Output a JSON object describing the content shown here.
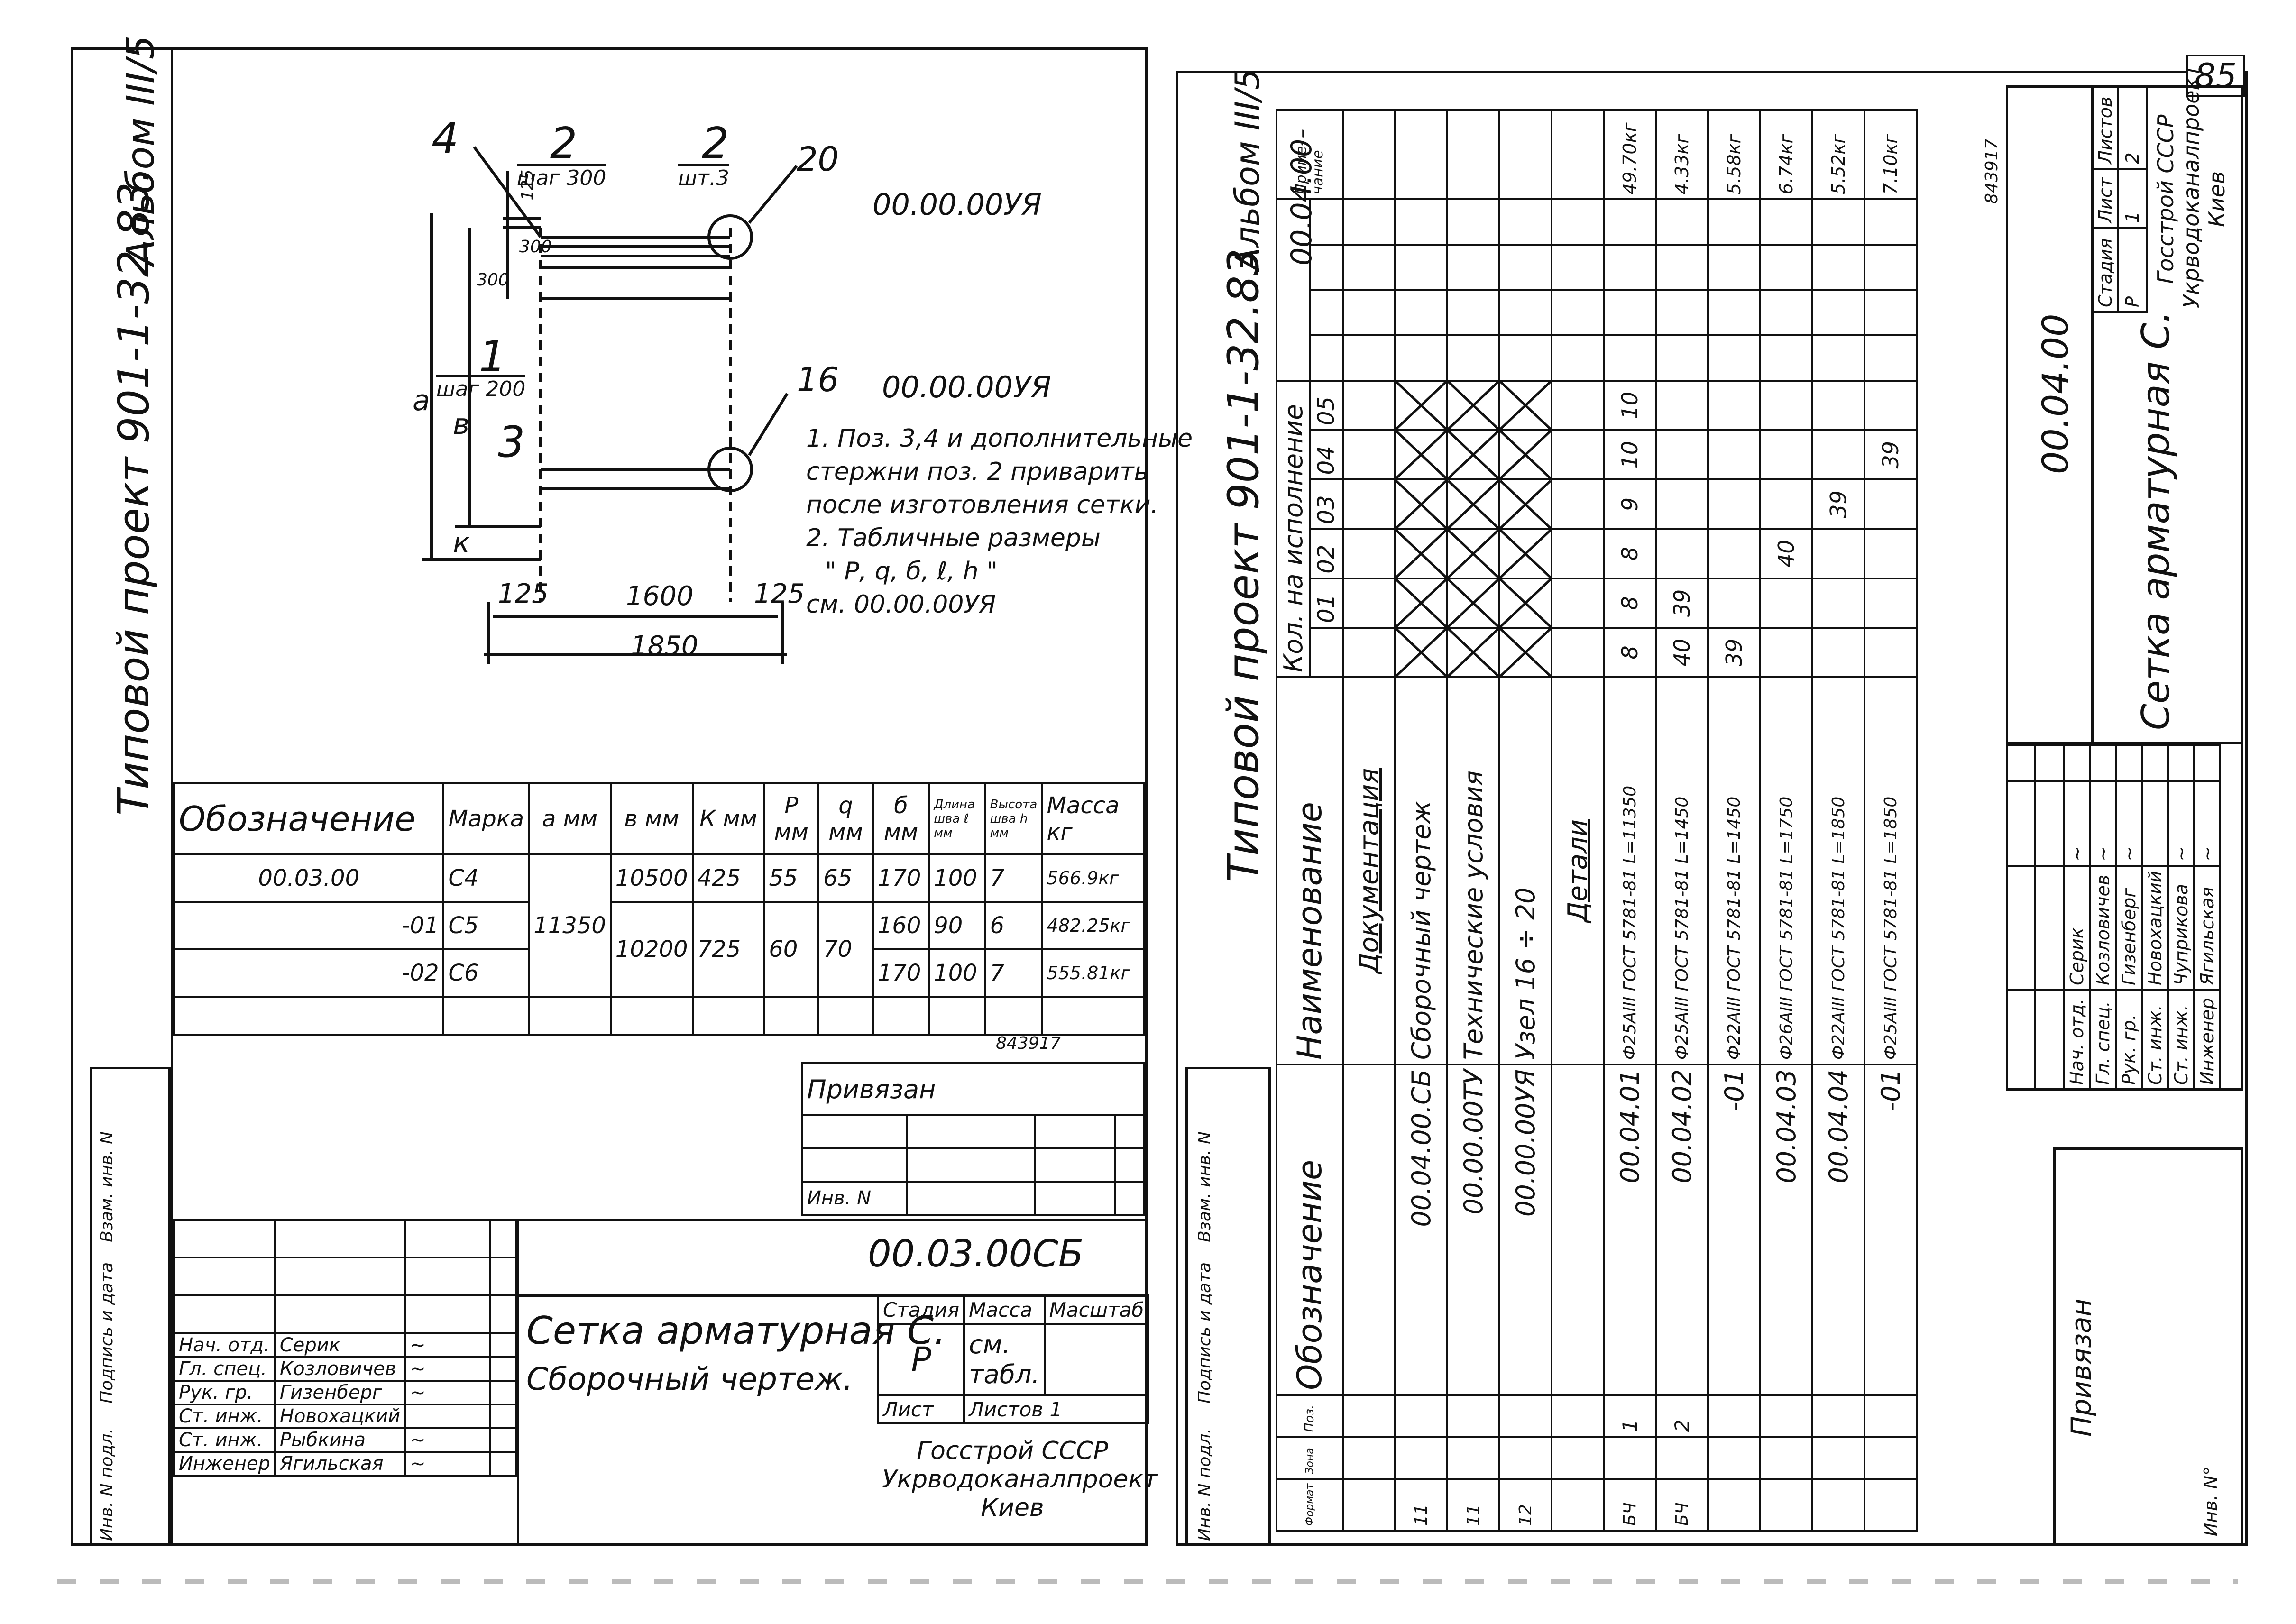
{
  "sheet_number": "85",
  "left": {
    "header": "Типовой проект 901-1-32.83.",
    "album": "Альбом III/5",
    "drawing_labels": {
      "pos4": "4",
      "pos2a": "2",
      "pos2a_sub": "шаг 300",
      "pos2b": "2",
      "pos2b_sub": "шт.3",
      "node20": "20",
      "ref_top": "00.00.00УЯ",
      "dim_125": "125",
      "dim_300a": "300",
      "dim_300b": "300",
      "dim_a": "a",
      "dim_b": "в",
      "dim_k": "к",
      "pos1": "1",
      "pos1_sub": "шаг 200",
      "pos3": "3",
      "node16": "16",
      "ref_mid": "00.00.00УЯ",
      "bottom_125a": "125",
      "bottom_1600": "1600",
      "bottom_125b": "125",
      "bottom_1850": "1850"
    },
    "notes": [
      "1. Поз. 3,4 и дополнительные",
      "стержни поз. 2 приварить",
      "после изготовления сетки.",
      "2. Табличные размеры",
      "\" Р, q, б, ℓ, h \"",
      "см.      00.00.00УЯ"
    ],
    "table": {
      "headers": [
        "Обозначение",
        "Марка",
        "a мм",
        "в мм",
        "К мм",
        "Р мм",
        "q мм",
        "б мм",
        "Длина шва ℓ мм",
        "Высота шва h мм",
        "Масса кг"
      ],
      "rows": [
        [
          "00.03.00",
          "С4",
          "",
          "10500",
          "425",
          "55",
          "65",
          "170",
          "100",
          "7",
          "566.9кг"
        ],
        [
          "-01",
          "С5",
          "11350",
          "10200",
          "725",
          "60",
          "70",
          "160",
          "90",
          "6",
          "482.25кг"
        ],
        [
          "-02",
          "С6",
          "",
          "",
          "",
          "",
          "",
          "170",
          "100",
          "7",
          "555.81кг"
        ]
      ]
    },
    "code_small": "843917",
    "privyazan": "Привязан",
    "inv_no": "Инв. N",
    "doc_code": "00.03.00СБ",
    "title1": "Сетка арматурная С.",
    "title2": "Сборочный чертеж.",
    "stage_label": "Стадия",
    "mass_label": "Масса",
    "scale_label": "Масштаб",
    "stage_value": "Р",
    "mass_value": "см. табл.",
    "sheet_label": "Лист",
    "sheets_label": "Листов 1",
    "org": [
      "Госстрой СССР",
      "Укрводоканалпроект",
      "Киев"
    ],
    "signatures": [
      [
        "Нач. отд.",
        "Серик"
      ],
      [
        "Гл. спец.",
        "Козловичев"
      ],
      [
        "Рук. гр.",
        "Гизенберг"
      ],
      [
        "Ст. инж.",
        "Новохацкий"
      ],
      [
        "Ст. инж.",
        "Рыбкина"
      ],
      [
        "Инженер",
        "Ягильская"
      ]
    ],
    "side_stamp": [
      "Инв. N подл.",
      "Подпись и дата",
      "Взам. инв. N"
    ]
  },
  "right": {
    "header": "Типовой проект 901-1-32.83",
    "album": "Альбом III/5",
    "code_top": "00.04.00-",
    "headers": {
      "format": "Формат",
      "zone": "Зона",
      "pos": "Поз.",
      "designation": "Обозначение",
      "name": "Наименование",
      "qty": "Кол. на исполнение",
      "note": "Приме-чание",
      "variants": [
        "01",
        "02",
        "03",
        "04",
        "05"
      ]
    },
    "rows": [
      {
        "format": "",
        "pos": "",
        "designation": "",
        "name": "Документация",
        "q": [
          "",
          "",
          "",
          "",
          "",
          ""
        ],
        "note": ""
      },
      {
        "format": "11",
        "pos": "",
        "designation": "00.04.00.СБ",
        "name": "Сборочный чертеж",
        "q": [
          "X",
          "X",
          "X",
          "X",
          "X",
          "X"
        ],
        "note": ""
      },
      {
        "format": "11",
        "pos": "",
        "designation": "00.00.00ТУ",
        "name": "Технические условия",
        "q": [
          "X",
          "X",
          "X",
          "X",
          "X",
          "X"
        ],
        "note": ""
      },
      {
        "format": "12",
        "pos": "",
        "designation": "00.00.00УЯ",
        "name": "Узел 16 ÷ 20",
        "q": [
          "X",
          "X",
          "X",
          "X",
          "X",
          "X"
        ],
        "note": ""
      },
      {
        "format": "",
        "pos": "",
        "designation": "",
        "name": "Детали",
        "q": [
          "",
          "",
          "",
          "",
          "",
          ""
        ],
        "note": ""
      },
      {
        "format": "БЧ",
        "pos": "1",
        "designation": "00.04.01",
        "name": "Ф25АIII ГОСТ 5781-81 L=11350",
        "q": [
          "8",
          "8",
          "8",
          "9",
          "10",
          "10"
        ],
        "note": "49.70кг"
      },
      {
        "format": "БЧ",
        "pos": "2",
        "designation": "00.04.02",
        "name": "Ф25АIII ГОСТ 5781-81 L=1450",
        "q": [
          "40",
          "39",
          "",
          "",
          "",
          ""
        ],
        "note": "4.33кг"
      },
      {
        "format": "",
        "pos": "",
        "designation": "-01",
        "name": "Ф22АIII ГОСТ 5781-81 L=1450",
        "q": [
          "39",
          "",
          "",
          "",
          "",
          ""
        ],
        "note": "5.58кг"
      },
      {
        "format": "",
        "pos": "",
        "designation": "00.04.03",
        "name": "Ф26АIII ГОСТ 5781-81 L=1750",
        "q": [
          "",
          "",
          "40",
          "",
          "",
          ""
        ],
        "note": "6.74кг"
      },
      {
        "format": "",
        "pos": "",
        "designation": "00.04.04",
        "name": "Ф22АIII ГОСТ 5781-81 L=1850",
        "q": [
          "",
          "",
          "",
          "39",
          "",
          ""
        ],
        "note": "5.52кг"
      },
      {
        "format": "",
        "pos": "",
        "designation": "-01",
        "name": "Ф25АIII ГОСТ 5781-81 L=1850",
        "q": [
          "",
          "",
          "",
          "",
          "39",
          ""
        ],
        "note": "7.10кг"
      }
    ],
    "code_small": "843917",
    "doc_code": "00.04.00",
    "title": "Сетка арматурная С.",
    "stage_label": "Стадия",
    "sheet_label": "Лист",
    "sheets_label": "Листов",
    "stage_value": "Р",
    "sheet_value": "1",
    "sheets_value": "2",
    "org": [
      "Госстрой СССР",
      "Укрводоканалпроект",
      "Киев"
    ],
    "privyazan": "Привязан",
    "inv_no": "Инв. N°",
    "signatures": [
      [
        "Нач. отд.",
        "Серик"
      ],
      [
        "Гл. спец.",
        "Козловичев"
      ],
      [
        "Рук. гр.",
        "Гизенберг"
      ],
      [
        "Ст. инж.",
        "Новохацкий"
      ],
      [
        "Ст. инж.",
        "Чуприкова"
      ],
      [
        "Инженер",
        "Ягильская"
      ]
    ],
    "side_stamp": [
      "Инв. N подл.",
      "Подпись и дата",
      "Взам. инв. N"
    ]
  }
}
